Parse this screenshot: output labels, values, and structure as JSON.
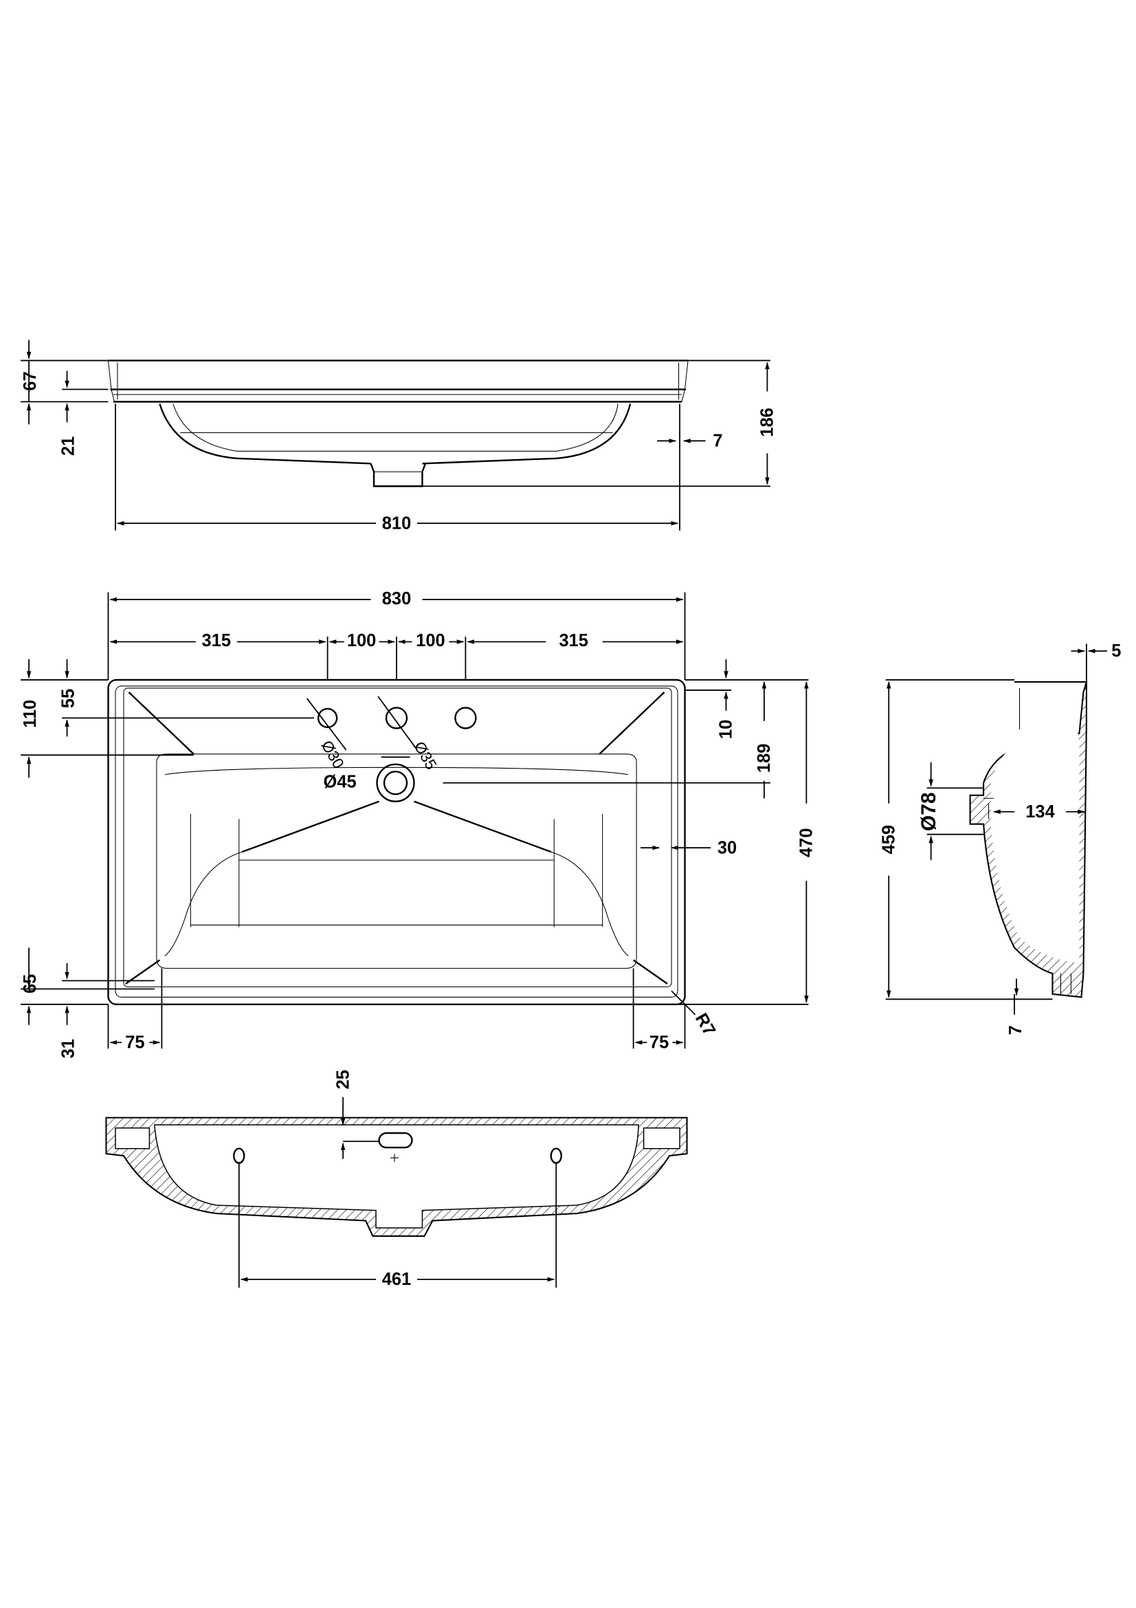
{
  "drawing": {
    "colors": {
      "line": "#000000",
      "background": "#ffffff"
    },
    "front_elevation": {
      "dims": {
        "rim_height": "67",
        "rim_step": "21",
        "overall_height": "186",
        "wall_offset": "7",
        "width": "810"
      }
    },
    "plan_view": {
      "dims": {
        "overall_width": "830",
        "tap_left_offset": "315",
        "tap_spacing_left": "100",
        "tap_spacing_right": "100",
        "tap_right_offset": "315",
        "back_ledge": "110",
        "tap_hole_centre": "55",
        "rim_inset": "10",
        "overflow_centre": "189",
        "overall_depth": "470",
        "side_rim": "30",
        "tap_hole_dia": "Ø30",
        "tap_hole_dia_large": "Ø35",
        "waste_dia": "Ø45",
        "front_ledge": "65",
        "front_rim": "31",
        "left_corner": "75",
        "right_corner": "75",
        "corner_radius": "R7"
      }
    },
    "side_section": {
      "dims": {
        "depth": "459",
        "overflow_dia": "Ø78",
        "bowl_depth": "134",
        "top_wall": "5",
        "bottom_wall": "7"
      }
    },
    "underside_view": {
      "dims": {
        "overflow_offset": "25",
        "fixing_spacing": "461"
      }
    }
  }
}
